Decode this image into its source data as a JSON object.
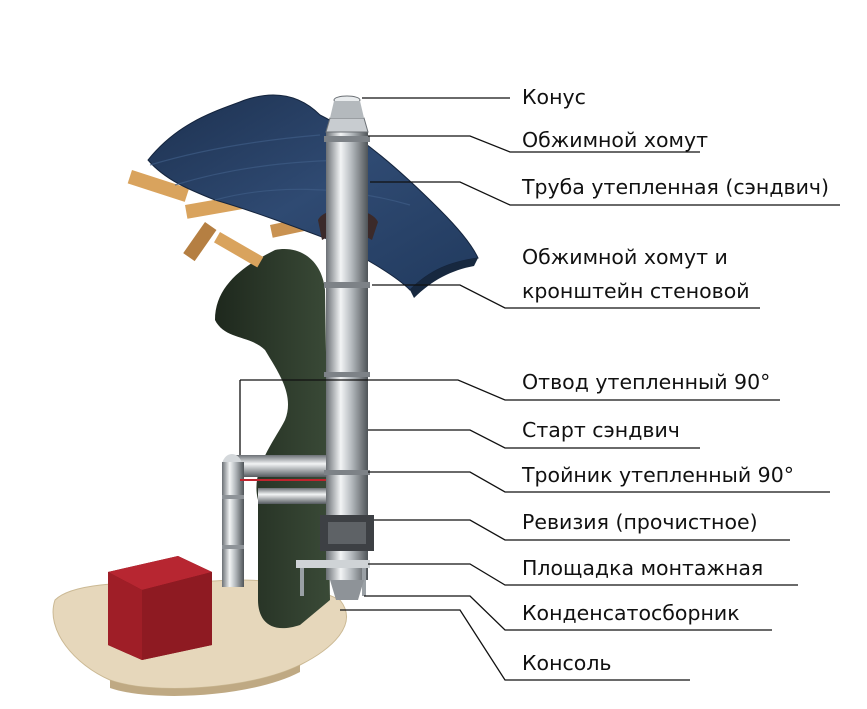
{
  "labels": [
    "Конус",
    "Обжимной хомут",
    "Труба утепленная (сэндвич)",
    "Обжимной хомут и",
    "кронштейн стеновой",
    "Отвод утепленный 90°",
    "Старт сэндвич",
    "Тройник утепленный 90°",
    "Ревизия (прочистное)",
    "Площадка монтажная",
    "Конденсатосборник",
    "Консоль"
  ],
  "colors": {
    "roof": "#2b4468",
    "wall": "#2c3a2a",
    "steel": "#cfd3d6",
    "box": "#9c1c24",
    "slab": "#e6d7bb",
    "timber": "#d9a35d"
  }
}
